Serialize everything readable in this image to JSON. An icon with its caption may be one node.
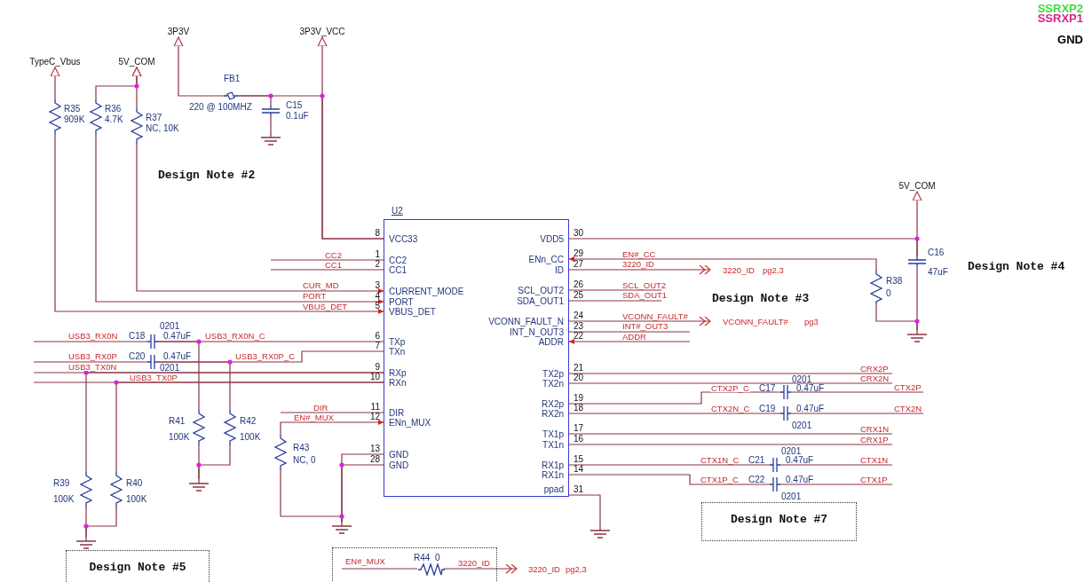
{
  "diagram": {
    "nodes": [
      {
        "text": [
          "TypeC_Vbus"
        ]
      },
      {
        "text": [
          "5V_COM"
        ]
      },
      {
        "text": [
          "3P3V"
        ]
      },
      {
        "text": [
          "3P3V_VCC"
        ]
      },
      {
        "text": [],
        "shape": "resistor",
        "beside": [
          "R35",
          "909K"
        ]
      },
      {
        "text": [],
        "shape": "resistor",
        "beside": [
          "R36",
          "4.7K"
        ]
      },
      {
        "text": [],
        "shape": "resistor",
        "beside": [
          "R37",
          "NC, 10K"
        ]
      },
      {
        "text": [],
        "shape": "bead",
        "beside": [
          "FB1",
          "220 @ 100MHZ"
        ]
      },
      {
        "text": [],
        "shape": "capacitor",
        "beside": [
          "C15",
          "0.1uF"
        ]
      },
      {
        "text": [],
        "shape": "ground"
      },
      {
        "text": [
          "U2",
          "VCC33",
          "CC2",
          "CC1",
          "CURRENT_MODE",
          "PORT",
          "VBUS_DET",
          "TXp",
          "TXn",
          "RXp",
          "RXn",
          "DIR",
          "ENn_MUX",
          "GND",
          "GND",
          "VDD5",
          "ENn_CC",
          "ID",
          "SCL_OUT2",
          "SDA_OUT1",
          "VCONN_FAULT_N",
          "INT_N_OUT3",
          "ADDR",
          "TX2p",
          "TX2n",
          "RX2p",
          "RX2n",
          "TX1p",
          "TX1n",
          "RX1p",
          "RX1n",
          "ppad"
        ],
        "beside": [
          "8",
          "1",
          "2",
          "3",
          "4",
          "5",
          "6",
          "7",
          "9",
          "10",
          "11",
          "12",
          "13",
          "28",
          "30",
          "29",
          "27",
          "26",
          "25",
          "24",
          "23",
          "22",
          "21",
          "20",
          "19",
          "18",
          "17",
          "16",
          "15",
          "14",
          "31"
        ]
      },
      {
        "text": [],
        "shape": "capacitor",
        "beside": [
          "0201",
          "C18",
          "0.47uF"
        ]
      },
      {
        "text": [],
        "shape": "capacitor",
        "beside": [
          "C20",
          "0.47uF",
          "0201"
        ]
      },
      {
        "text": [],
        "shape": "resistor",
        "beside": [
          "R41",
          "100K"
        ]
      },
      {
        "text": [],
        "shape": "resistor",
        "beside": [
          "R42",
          "100K"
        ]
      },
      {
        "text": [],
        "shape": "ground"
      },
      {
        "text": [],
        "shape": "resistor",
        "beside": [
          "R39",
          "100K"
        ]
      },
      {
        "text": [],
        "shape": "resistor",
        "beside": [
          "R40",
          "100K"
        ]
      },
      {
        "text": [],
        "shape": "ground"
      },
      {
        "text": [
          "Design Note #5"
        ]
      },
      {
        "text": [],
        "shape": "resistor",
        "beside": [
          "R43",
          "NC, 0"
        ]
      },
      {
        "text": [],
        "shape": "ground"
      },
      {
        "text": [],
        "shape": "box"
      },
      {
        "text": [],
        "shape": "resistor",
        "in": 22,
        "beside": [
          "R44",
          "0"
        ]
      },
      {
        "text": [
          "3220_ID",
          "pg2,3"
        ]
      },
      {
        "text": [
          "5V_COM"
        ]
      },
      {
        "text": [],
        "shape": "capacitor",
        "beside": [
          "C16",
          "47uF"
        ]
      },
      {
        "text": [],
        "shape": "resistor",
        "beside": [
          "R38",
          "0"
        ]
      },
      {
        "text": [],
        "shape": "ground"
      },
      {
        "text": [
          "3220_ID",
          "pg2,3"
        ]
      },
      {
        "text": [
          "VCONN_FAULT#",
          "pg3"
        ]
      },
      {
        "text": [],
        "shape": "capacitor",
        "beside": [
          "0201",
          "C17",
          "0.47uF"
        ]
      },
      {
        "text": [],
        "shape": "capacitor",
        "beside": [
          "C19",
          "0.47uF",
          "0201"
        ]
      },
      {
        "text": [],
        "shape": "capacitor",
        "beside": [
          "0201",
          "C21",
          "0.47uF"
        ]
      },
      {
        "text": [],
        "shape": "capacitor",
        "beside": [
          "C22",
          "0.47uF",
          "0201"
        ]
      },
      {
        "text": [],
        "shape": "ground"
      },
      {
        "text": [
          "Design Note #7"
        ]
      }
    ],
    "edges": [
      {
        "from": 4,
        "to": 0,
        "arrow": "to"
      },
      {
        "from": 4,
        "to": 10,
        "arrow": "to",
        "label": "VBUS_DET"
      },
      {
        "from": 5,
        "to": 1,
        "arrow": "to"
      },
      {
        "from": 6,
        "to": 1,
        "arrow": "to"
      },
      {
        "from": 6,
        "to": 10,
        "arrow": "to",
        "label": "CUR_MD"
      },
      {
        "from": 5,
        "to": 10,
        "arrow": "to",
        "label": "PORT"
      },
      {
        "from": 7,
        "to": 2,
        "arrow": "to"
      },
      {
        "from": 7,
        "to": 8,
        "arrow": "none"
      },
      {
        "from": 7,
        "to": 10,
        "arrow": "none"
      },
      {
        "from": 10,
        "to": 3,
        "arrow": "to"
      },
      {
        "from": 8,
        "to": 9,
        "arrow": "none"
      },
      {
        "from": null,
        "to": 10,
        "arrow": "none",
        "label": "CC2"
      },
      {
        "from": null,
        "to": 10,
        "arrow": "none",
        "label": "CC1"
      },
      {
        "from": null,
        "to": 11,
        "arrow": "none",
        "label": "USB3_RX0N"
      },
      {
        "from": 11,
        "to": 10,
        "arrow": "none",
        "label": "USB3_RX0N_C"
      },
      {
        "from": 11,
        "to": 13,
        "arrow": "none"
      },
      {
        "from": null,
        "to": 12,
        "arrow": "none",
        "label": "USB3_RX0P"
      },
      {
        "from": 12,
        "to": 10,
        "arrow": "none",
        "label": "USB3_RX0P_C"
      },
      {
        "from": 12,
        "to": 14,
        "arrow": "none"
      },
      {
        "from": 13,
        "to": 15,
        "arrow": "none"
      },
      {
        "from": 14,
        "to": 15,
        "arrow": "none"
      },
      {
        "from": null,
        "to": 10,
        "arrow": "none",
        "label": "USB3_TX0N"
      },
      {
        "from": null,
        "to": 10,
        "arrow": "none",
        "label": "USB3_TX0P"
      },
      {
        "from": 16,
        "to": 10,
        "arrow": "none"
      },
      {
        "from": 17,
        "to": 10,
        "arrow": "none"
      },
      {
        "from": 16,
        "to": 18,
        "arrow": "none"
      },
      {
        "from": 17,
        "to": 18,
        "arrow": "none"
      },
      {
        "from": null,
        "to": 10,
        "arrow": "none",
        "label": "DIR"
      },
      {
        "from": 20,
        "to": 10,
        "arrow": "to",
        "label": "EN#_MUX"
      },
      {
        "from": 20,
        "to": 21,
        "arrow": "none"
      },
      {
        "from": 10,
        "to": 21,
        "arrow": "none"
      },
      {
        "from": 10,
        "to": 21,
        "arrow": "none"
      },
      {
        "from": null,
        "to": 23,
        "arrow": "none",
        "label": "EN#_MUX"
      },
      {
        "from": 23,
        "to": 24,
        "arrow": "to",
        "label": "3220_ID"
      },
      {
        "from": 10,
        "to": 26,
        "arrow": "none"
      },
      {
        "from": 26,
        "to": 25,
        "arrow": "to"
      },
      {
        "from": 26,
        "to": 28,
        "arrow": "none"
      },
      {
        "from": 27,
        "to": 10,
        "arrow": "to",
        "label": "EN#_CC"
      },
      {
        "from": 27,
        "to": 28,
        "arrow": "none"
      },
      {
        "from": 10,
        "to": 29,
        "arrow": "to",
        "label": "3220_ID"
      },
      {
        "from": 10,
        "to": null,
        "arrow": "none",
        "label": "SCL_OUT2"
      },
      {
        "from": 10,
        "to": null,
        "arrow": "none",
        "label": "SDA_OUT1"
      },
      {
        "from": 10,
        "to": 30,
        "arrow": "to",
        "label": "VCONN_FAULT#"
      },
      {
        "from": 10,
        "to": null,
        "arrow": "none",
        "label": "INT#_OUT3"
      },
      {
        "from": null,
        "to": 10,
        "arrow": "to",
        "label": "ADDR"
      },
      {
        "from": 10,
        "to": null,
        "arrow": "none",
        "label": "CRX2P"
      },
      {
        "from": 10,
        "to": null,
        "arrow": "none",
        "label": "CRX2N"
      },
      {
        "from": 10,
        "to": 31,
        "arrow": "none",
        "label": "CTX2P_C"
      },
      {
        "from": 31,
        "to": null,
        "arrow": "none",
        "label": "CTX2P"
      },
      {
        "from": 10,
        "to": 32,
        "arrow": "none",
        "label": "CTX2N_C"
      },
      {
        "from": 32,
        "to": null,
        "arrow": "none",
        "label": "CTX2N"
      },
      {
        "from": 10,
        "to": null,
        "arrow": "none",
        "label": "CRX1N"
      },
      {
        "from": 10,
        "to": null,
        "arrow": "none",
        "label": "CRX1P"
      },
      {
        "from": 10,
        "to": 33,
        "arrow": "none",
        "label": "CTX1N_C"
      },
      {
        "from": 33,
        "to": null,
        "arrow": "none",
        "label": "CTX1N"
      },
      {
        "from": 10,
        "to": 34,
        "arrow": "none",
        "label": "CTX1P_C"
      },
      {
        "from": 34,
        "to": null,
        "arrow": "none",
        "label": "CTX1P"
      },
      {
        "from": 10,
        "to": 35,
        "arrow": "none"
      }
    ],
    "labels": [
      "Design Note #2",
      "Design Note #3",
      "Design Note #4"
    ],
    "legend": [
      {
        "text": "SSRXP2",
        "color": "#3fdd3f"
      },
      {
        "text": "SSRXP1",
        "color": "#dd2288"
      },
      {
        "text": "GND",
        "color": "#000000"
      }
    ]
  }
}
